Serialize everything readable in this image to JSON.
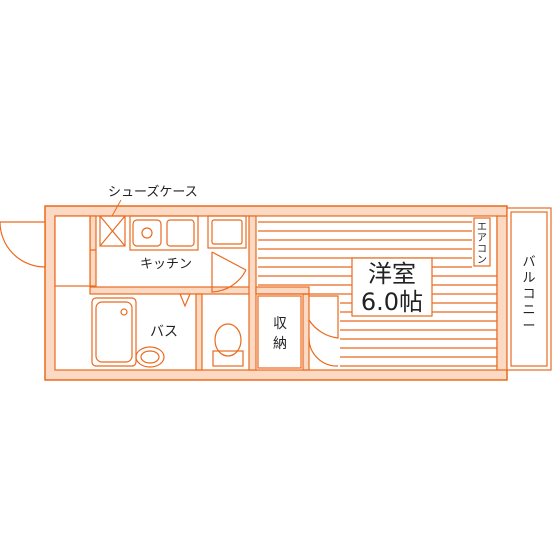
{
  "labels": {
    "shoe_case": "シューズケース",
    "kitchen": "キッチン",
    "bath": "バス",
    "storage_1": "収",
    "storage_2": "納",
    "room_name": "洋室",
    "room_size": "6.0帖",
    "aircon_1": "エ",
    "aircon_2": "ア",
    "aircon_3": "コ",
    "aircon_4": "ン",
    "balcony_1": "バ",
    "balcony_2": "ル",
    "balcony_3": "コ",
    "balcony_4": "ニ",
    "balcony_5": "ー"
  },
  "colors": {
    "wall_fill": "#fbd9c3",
    "line": "#ea6a1f",
    "text": "#222222",
    "background": "#ffffff"
  }
}
